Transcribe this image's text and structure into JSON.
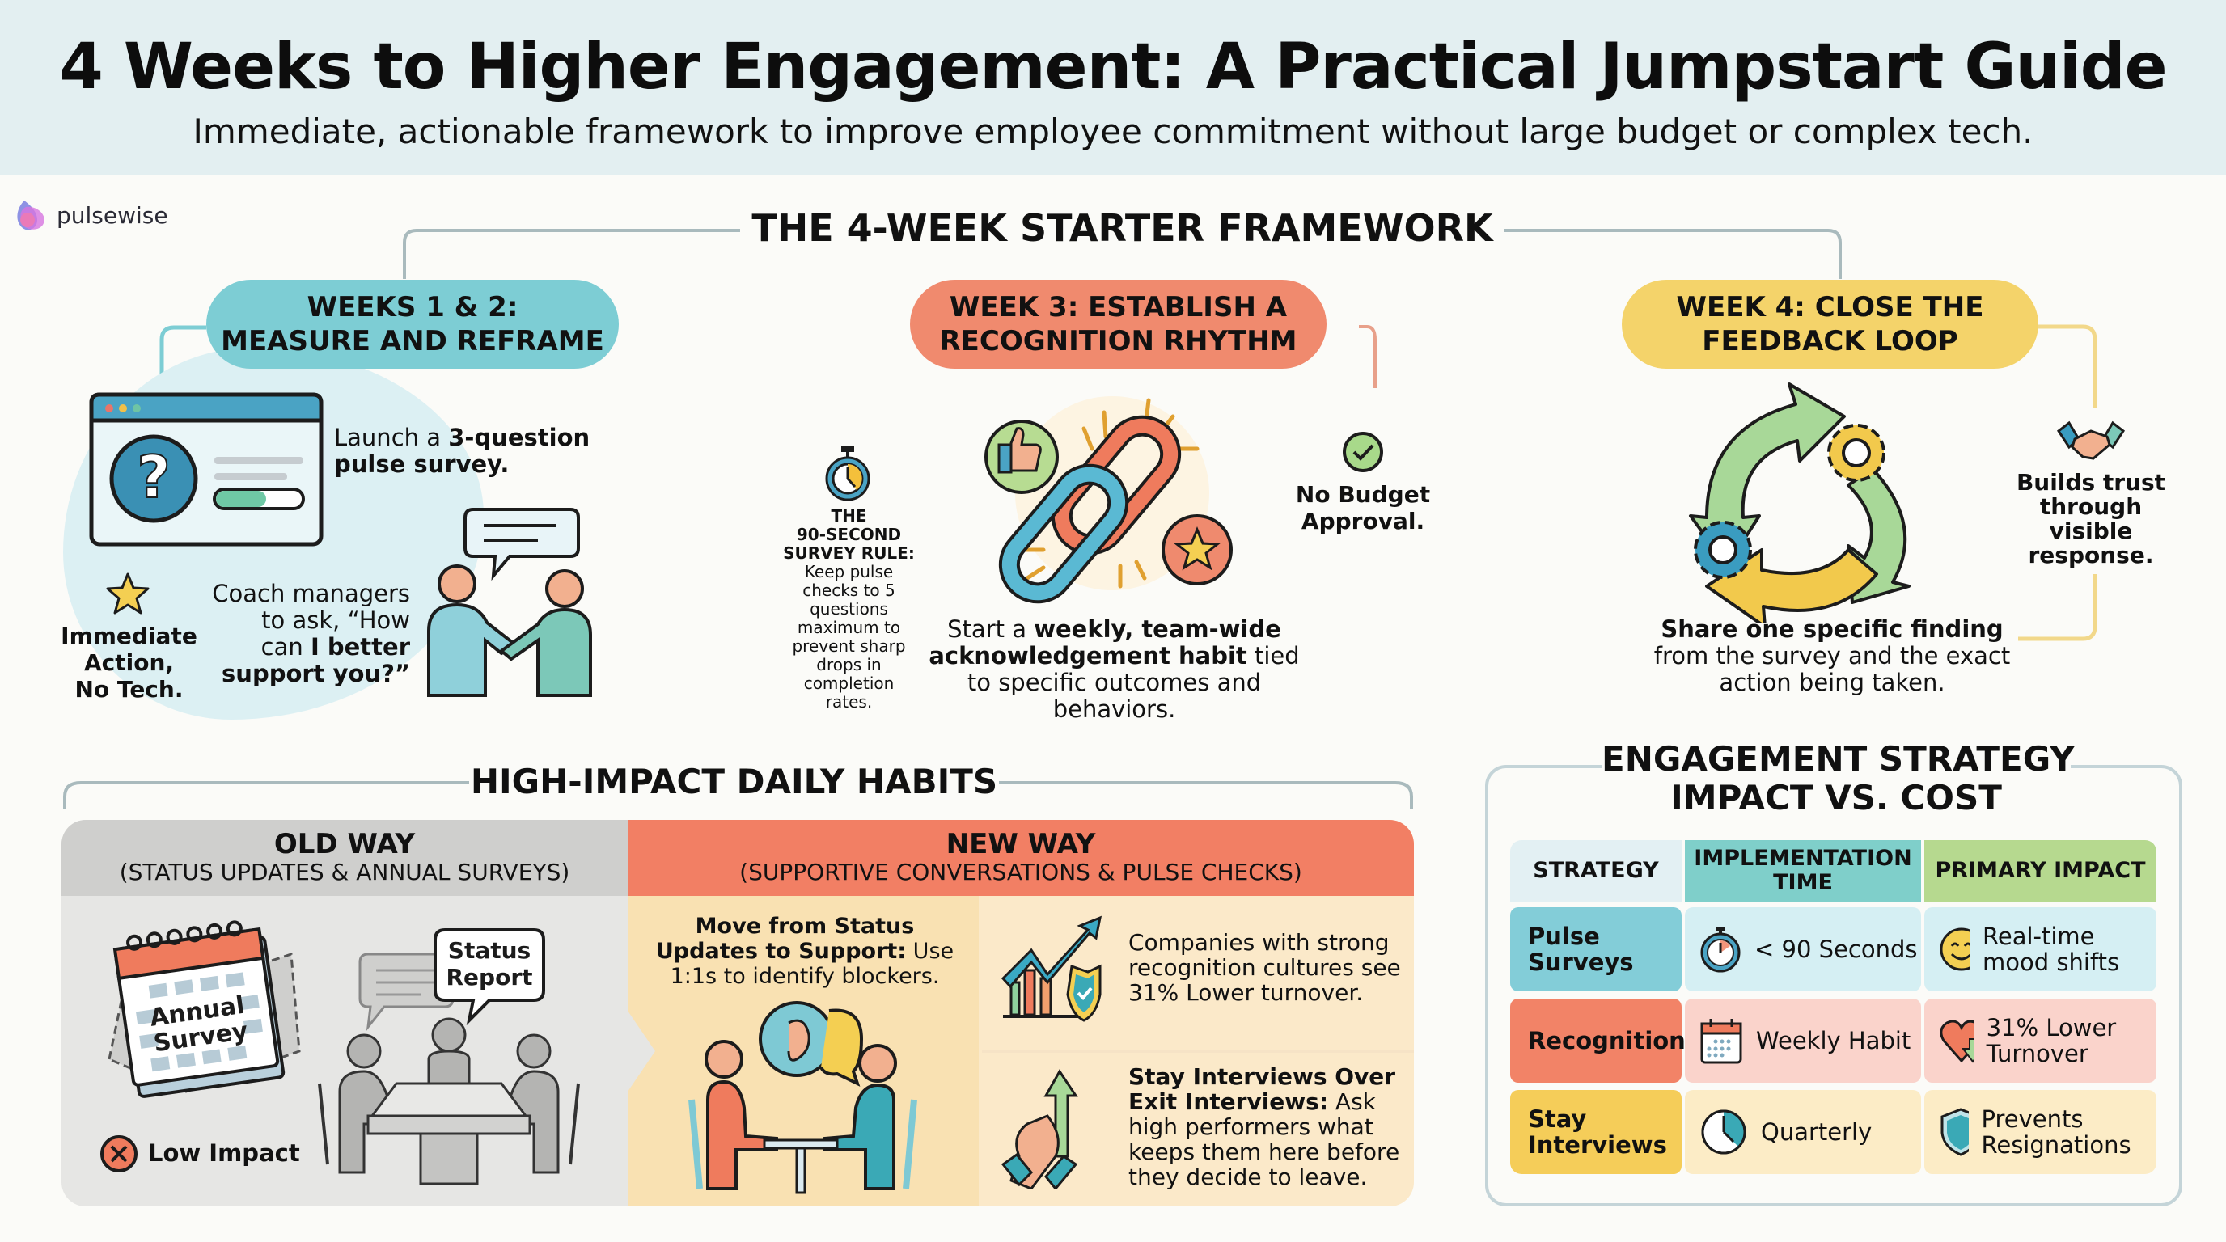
{
  "header": {
    "title": "4 Weeks to Higher Engagement: A Practical Jumpstart Guide",
    "subtitle": "Immediate, actionable framework to improve employee commitment without large budget or complex tech."
  },
  "brand": {
    "name": "pulsewise",
    "icon": "pulsewise-logo-icon"
  },
  "colors": {
    "teal": "#7dcdd4",
    "coral": "#f08a6e",
    "yellow": "#f4d36a",
    "green": "#b6d98f",
    "header_bg": "#e3eff1"
  },
  "framework": {
    "title": "THE 4-WEEK STARTER FRAMEWORK",
    "week12": {
      "label_line1": "WEEKS 1 & 2:",
      "label_line2": "MEASURE AND REFRAME",
      "survey_text_pre": "Launch a ",
      "survey_text_bold": "3-question pulse survey.",
      "coach_text": "Coach managers to ask, “How can",
      "coach_text_bold": "I better support you?”",
      "badge_line1": "Immediate",
      "badge_line2": "Action,",
      "badge_line3": "No Tech."
    },
    "week3": {
      "label_line1": "WEEK 3: ESTABLISH A",
      "label_line2": "RECOGNITION RHYTHM",
      "rule_title_1": "THE",
      "rule_title_2": "90-SECOND",
      "rule_title_3": "SURVEY RULE:",
      "rule_body": "Keep pulse checks to 5 questions maximum to prevent sharp drops in completion rates.",
      "body_pre": "Start a ",
      "body_bold": "weekly, team-wide acknowledgement habit",
      "body_post": " tied to specific outcomes and behaviors.",
      "badge_line1": "No Budget",
      "badge_line2": "Approval."
    },
    "week4": {
      "label_line1": "WEEK 4: CLOSE THE",
      "label_line2": "FEEDBACK LOOP",
      "body_bold": "Share one specific finding",
      "body_rest": "from the survey and the exact action being taken.",
      "badge_line1": "Builds trust",
      "badge_line2": "through",
      "badge_line3": "visible",
      "badge_line4": "response."
    }
  },
  "habits": {
    "title": "HIGH-IMPACT DAILY HABITS",
    "old_way": {
      "title": "OLD WAY",
      "subtitle": "(STATUS UPDATES & ANNUAL SURVEYS)",
      "calendar_label_1": "Annual",
      "calendar_label_2": "Survey",
      "bubble_label_1": "Status",
      "bubble_label_2": "Report",
      "impact_label": "Low Impact"
    },
    "new_way": {
      "title": "NEW WAY",
      "subtitle": "(SUPPORTIVE CONVERSATIONS & PULSE CHECKS)",
      "one_on_one_bold": "Move from Status Updates to Support:",
      "one_on_one_rest": " Use 1:1s to identify blockers.",
      "stat_text": "Companies with strong recognition cultures see 31% Lower turnover.",
      "stay_bold": "Stay Interviews Over Exit Interviews:",
      "stay_rest": " Ask high performers what keeps them here before they decide to leave."
    }
  },
  "strategy_table": {
    "title_line1": "ENGAGEMENT STRATEGY",
    "title_line2": "IMPACT VS. COST",
    "headers": [
      "STRATEGY",
      "IMPLEMENTATION TIME",
      "PRIMARY IMPACT"
    ],
    "rows": [
      {
        "strategy": "Pulse Surveys",
        "time": "< 90 Seconds",
        "time_icon": "stopwatch-icon",
        "impact": "Real-time mood shifts",
        "impact_icon": "smiley-icon"
      },
      {
        "strategy": "Recognition",
        "time": "Weekly Habit",
        "time_icon": "calendar-icon",
        "impact": "31% Lower Turnover",
        "impact_icon": "heart-down-arrow-icon"
      },
      {
        "strategy": "Stay Interviews",
        "time": "Quarterly",
        "time_icon": "clock-icon",
        "impact": "Prevents Resignations",
        "impact_icon": "shield-icon"
      }
    ]
  }
}
